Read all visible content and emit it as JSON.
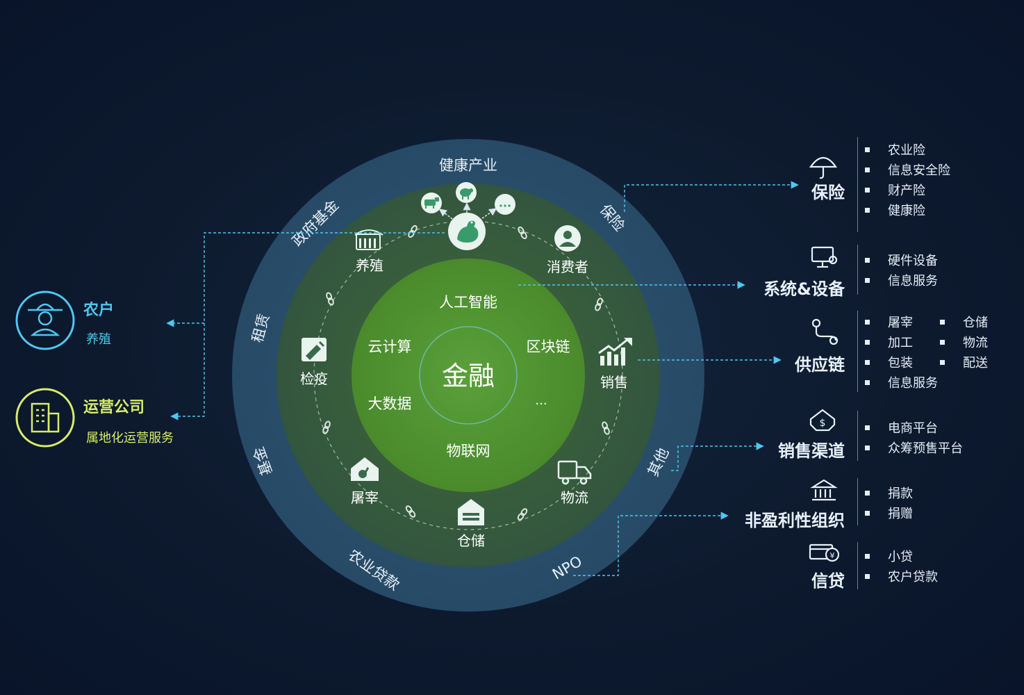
{
  "colors": {
    "background": "#0d1a2e",
    "outer_ring": "#2a4f6e",
    "mid_ring": "#3a5c3c",
    "inner_circle": "#4c8a30",
    "core_ring": "#5a9a3c",
    "accent_cyan": "#4ec8f0",
    "accent_yellow": "#f0e050"
  },
  "core": {
    "label": "金融"
  },
  "inner_tech": {
    "top": "人工智能",
    "upper_left": "云计算",
    "upper_right": "区块链",
    "lower_left": "大数据",
    "lower_right": "...",
    "bottom": "物联网"
  },
  "chain_nodes": {
    "center_icon": "chicken-icon",
    "sub_icons": [
      "cow-icon",
      "sheep-icon",
      "more-icon"
    ],
    "breeding": "养殖",
    "consumer": "消费者",
    "quarantine": "检疫",
    "sales": "销售",
    "slaughter": "屠宰",
    "logistics": "物流",
    "storage": "仓储"
  },
  "outer_labels": {
    "top": "健康产业",
    "gov_fund": "政府基金",
    "insurance": "保险",
    "lease": "租赁",
    "fund": "基金",
    "other": "其他",
    "agri_loan": "农业贷款",
    "npo": "NPO"
  },
  "left": {
    "farmer": {
      "title": "农户",
      "sub": "养殖",
      "icon": "farmer-icon"
    },
    "operator": {
      "title": "运营公司",
      "sub": "属地化运营服务",
      "icon": "building-icon"
    }
  },
  "right": {
    "insurance": {
      "title": "保险",
      "icon": "umbrella-icon",
      "items": [
        "农业险",
        "信息安全险",
        "财产险",
        "健康险"
      ]
    },
    "system": {
      "title": "系统&设备",
      "icon": "computer-gear-icon",
      "items": [
        "硬件设备",
        "信息服务"
      ]
    },
    "supply": {
      "title": "供应链",
      "icon": "route-icon",
      "items_left": [
        "屠宰",
        "加工",
        "包装",
        "信息服务"
      ],
      "items_right": [
        "仓储",
        "物流",
        "配送"
      ]
    },
    "channel": {
      "title": "销售渠道",
      "icon": "house-dollar-icon",
      "items": [
        "电商平台",
        "众筹预售平台"
      ]
    },
    "npo": {
      "title": "非盈利性组织",
      "icon": "bank-icon",
      "items": [
        "捐款",
        "捐赠"
      ]
    },
    "credit": {
      "title": "信贷",
      "icon": "card-yen-icon",
      "items": [
        "小贷",
        "农户贷款"
      ]
    }
  }
}
